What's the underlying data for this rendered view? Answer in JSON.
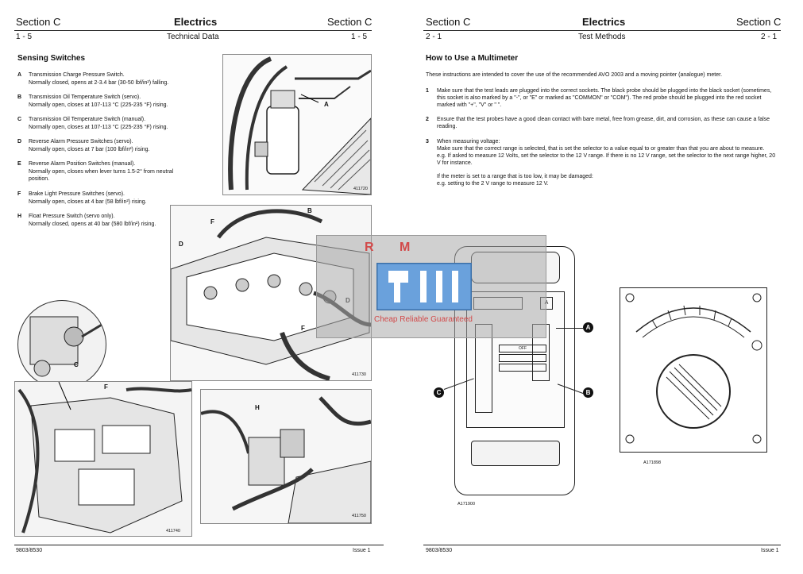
{
  "left_page": {
    "section": "Section C",
    "title": "Electrics",
    "page_no": "1 - 5",
    "subtitle": "Technical Data",
    "heading": "Sensing Switches",
    "switches": [
      {
        "letter": "A",
        "name": "Transmission Charge Pressure Switch.",
        "detail": "Normally closed, opens at 2-3.4 bar (30-50 lbf/in²) falling."
      },
      {
        "letter": "B",
        "name": "Transmission Oil Temperature Switch (servo).",
        "detail": "Normally open, closes at 107-113 °C (225-235 °F) rising."
      },
      {
        "letter": "C",
        "name": "Transmission Oil Temperature Switch (manual).",
        "detail": "Normally open, closes at 107-113 °C (225-235 °F) rising."
      },
      {
        "letter": "D",
        "name": "Reverse Alarm Pressure Switches (servo).",
        "detail": "Normally open, closes at 7 bar (100 lbf/in²) rising."
      },
      {
        "letter": "E",
        "name": "Reverse Alarm Position Switches (manual).",
        "detail": "Normally open, closes when lever turns 1.5-2° from neutral position."
      },
      {
        "letter": "F",
        "name": "Brake Light Pressure Switches (servo).",
        "detail": "Normally open, closes at 4 bar (58 lbf/in²) rising."
      },
      {
        "letter": "H",
        "name": "Float Pressure Switch (servo only).",
        "detail": "Normally closed, opens at 40 bar (580 lbf/in²) rising."
      }
    ],
    "figures": {
      "fig1_id": "411720",
      "fig1_label_a": "A",
      "fig2_id": "411730",
      "fig2_labels": [
        "B",
        "F",
        "D",
        "D",
        "F"
      ],
      "fig3_id": "",
      "fig3_labels": [
        "C"
      ],
      "fig4_id": "411740",
      "fig4_label_f": "F",
      "fig5_id": "411750",
      "fig5_label_h": "H"
    },
    "footer_left": "9803/8530",
    "footer_right": "Issue 1"
  },
  "right_page": {
    "section": "Section C",
    "title": "Electrics",
    "page_no": "2 - 1",
    "subtitle": "Test Methods",
    "heading": "How to Use a Multimeter",
    "intro": "These instructions are intended to cover the use of the recommended AVO 2003 and a moving pointer (analogue) meter.",
    "steps": [
      {
        "num": "1",
        "text": "Make sure that the test leads are plugged into the correct sockets. The black probe should be plugged into the black socket (sometimes, this socket is also marked by a \"-\", or \"E\" or marked as \"COMMON\" or \"COM\"). The red probe should be plugged into the red socket marked with \"+\", \"V\" or \" \"."
      },
      {
        "num": "2",
        "text": "Ensure that the test probes have a good clean contact with bare metal, free from grease, dirt, and corrosion, as these can cause a false reading."
      },
      {
        "num": "3",
        "text": "When measuring voltage:",
        "lines": [
          "Make sure that the correct range is selected, that is set the selector to a value equal to or greater than that you are about to measure.",
          "e.g. If asked to measure 12 Volts, set the selector to the 12 V range. If there is no 12 V range, set the selector to the next range higher, 20 V for instance.",
          "If the meter is set to a range that is too low, it may be damaged:",
          "e.g. setting to the 2 V range to measure 12 V."
        ]
      }
    ],
    "meter_fig_id": "A171900",
    "dial_fig_id": "A171898",
    "meter_callouts": [
      "A",
      "B",
      "C"
    ],
    "meter_buttons": [
      "OFF",
      "",
      ""
    ],
    "footer_left": "9803/8530",
    "footer_right": "Issue 1"
  },
  "watermark": {
    "letters": "R M",
    "tagline": "Cheap Reliable Guaranteed"
  }
}
